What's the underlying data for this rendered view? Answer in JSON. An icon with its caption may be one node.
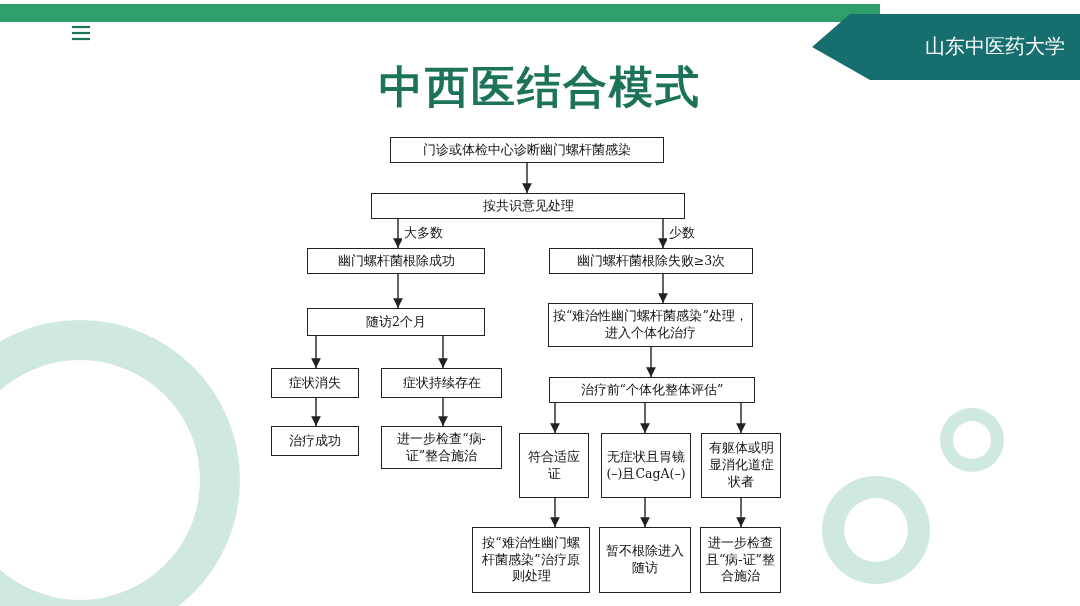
{
  "diagram": {
    "title": "中西医结合模式",
    "nodes": [
      {
        "text": [
          "门诊或体检中心诊断幽门螺杆菌感染"
        ]
      },
      {
        "text": [
          "按共识意见处理"
        ]
      },
      {
        "text": [
          "幽门螺杆菌根除成功"
        ]
      },
      {
        "text": [
          "幽门螺杆菌根除失败≥3次"
        ]
      },
      {
        "text": [
          "随访2个月"
        ]
      },
      {
        "text": [
          "按“难治性幽门螺杆菌感染”处理，进入个体化治疗"
        ]
      },
      {
        "text": [
          "症状消失"
        ]
      },
      {
        "text": [
          "症状持续存在"
        ]
      },
      {
        "text": [
          "治疗成功"
        ]
      },
      {
        "text": [
          "进一步检查“病-证”整合施治"
        ]
      },
      {
        "text": [
          "治疗前“个体化整体评估”"
        ]
      },
      {
        "text": [
          "符合适应证"
        ]
      },
      {
        "text": [
          "无症状且胃镜(–)且CagA(–)"
        ]
      },
      {
        "text": [
          "有躯体或明显消化道症状者"
        ]
      },
      {
        "text": [
          "按“难治性幽门螺杆菌感染”治疗原则处理"
        ]
      },
      {
        "text": [
          "暂不根除进入随访"
        ]
      },
      {
        "text": [
          "进一步检查且“病-证”整合施治"
        ]
      }
    ],
    "edges": [
      {
        "from": 0,
        "to": 1,
        "arrow": "to"
      },
      {
        "from": 1,
        "to": 2,
        "arrow": "to",
        "label": "大多数"
      },
      {
        "from": 1,
        "to": 3,
        "arrow": "to",
        "label": "少数"
      },
      {
        "from": 2,
        "to": 4,
        "arrow": "to"
      },
      {
        "from": 3,
        "to": 5,
        "arrow": "to"
      },
      {
        "from": 4,
        "to": 6,
        "arrow": "to"
      },
      {
        "from": 4,
        "to": 7,
        "arrow": "to"
      },
      {
        "from": 6,
        "to": 8,
        "arrow": "to"
      },
      {
        "from": 7,
        "to": 9,
        "arrow": "to"
      },
      {
        "from": 5,
        "to": 10,
        "arrow": "to"
      },
      {
        "from": 10,
        "to": 11,
        "arrow": "to"
      },
      {
        "from": 10,
        "to": 12,
        "arrow": "to"
      },
      {
        "from": 10,
        "to": 13,
        "arrow": "to"
      },
      {
        "from": 11,
        "to": 14,
        "arrow": "to"
      },
      {
        "from": 12,
        "to": 15,
        "arrow": "to"
      },
      {
        "from": 13,
        "to": 16,
        "arrow": "to"
      }
    ],
    "labels": [
      "山东中医药大学"
    ]
  }
}
